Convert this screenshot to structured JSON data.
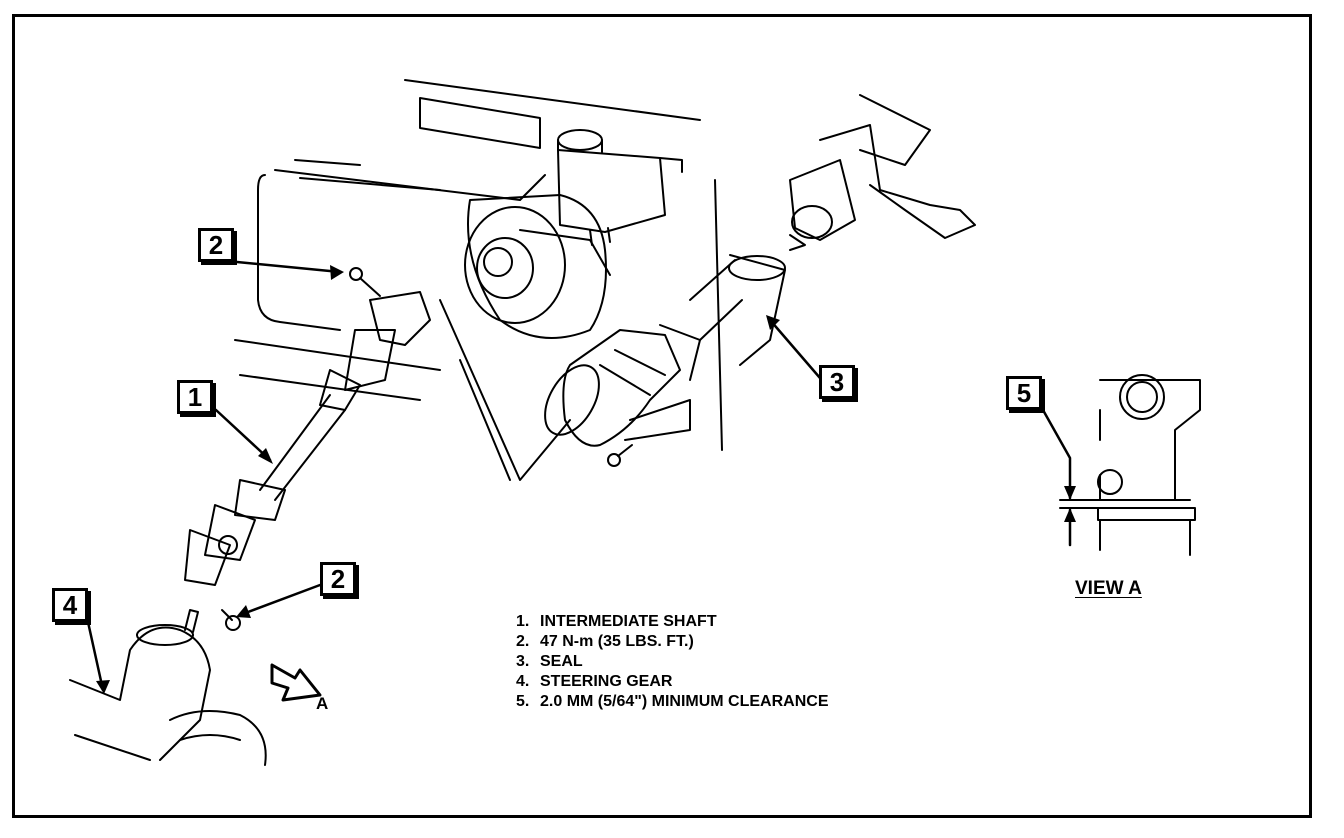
{
  "callouts": {
    "c1": "1",
    "c2a": "2",
    "c2b": "2",
    "c3": "3",
    "c4": "4",
    "c5": "5"
  },
  "legend": [
    {
      "num": "1.",
      "text": "INTERMEDIATE SHAFT"
    },
    {
      "num": "2.",
      "text": "47 N-m (35 LBS. FT.)"
    },
    {
      "num": "3.",
      "text": "SEAL"
    },
    {
      "num": "4.",
      "text": "STEERING GEAR"
    },
    {
      "num": "5.",
      "text": "2.0 MM (5/64\") MINIMUM CLEARANCE"
    }
  ],
  "view_a_label": "VIEW A",
  "arrow_a_label": "A",
  "colors": {
    "ink": "#000000",
    "paper": "#ffffff"
  }
}
